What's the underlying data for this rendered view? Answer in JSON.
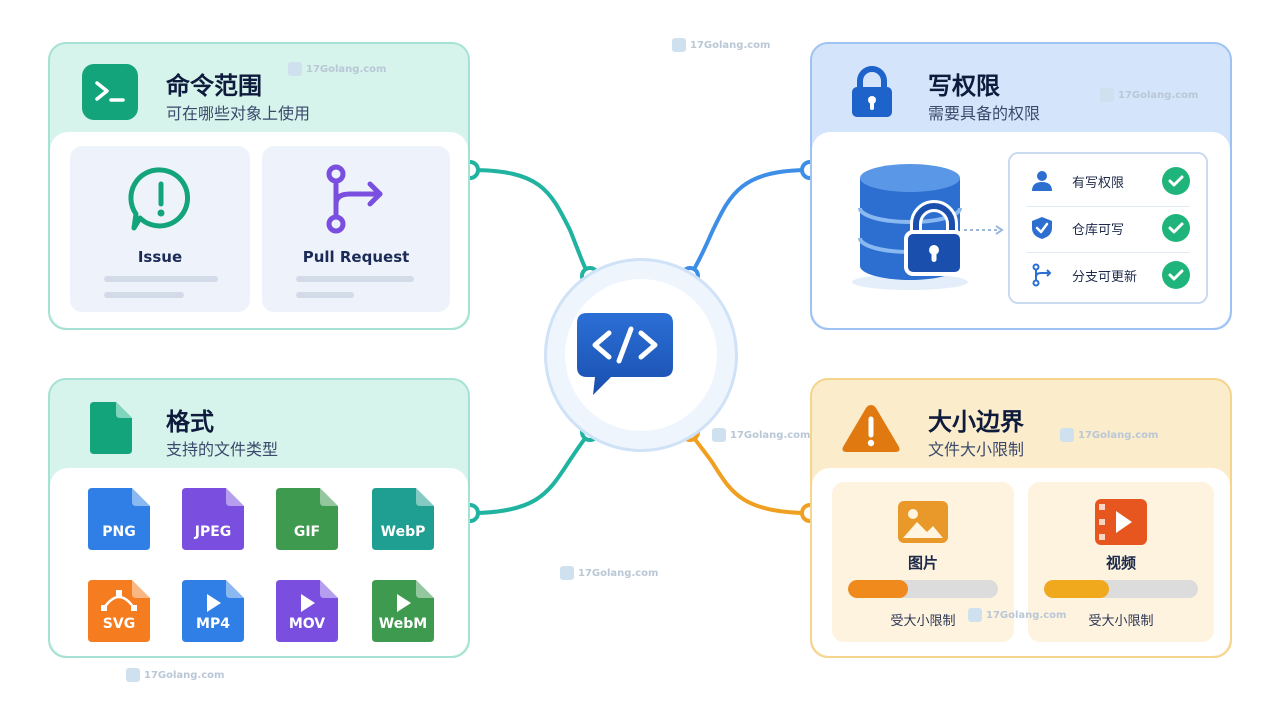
{
  "hub": {
    "icon": "code-bubble-icon"
  },
  "scope": {
    "title": "命令范围",
    "subtitle": "可在哪些对象上使用",
    "icon": "terminal-icon",
    "items": [
      {
        "label": "Issue",
        "icon": "issue-icon"
      },
      {
        "label": "Pull Request",
        "icon": "pull-request-icon"
      }
    ]
  },
  "permission": {
    "title": "写权限",
    "subtitle": "需要具备的权限",
    "icon": "lock-icon",
    "items": [
      {
        "label": "有写权限",
        "icon": "user-icon"
      },
      {
        "label": "仓库可写",
        "icon": "shield-icon"
      },
      {
        "label": "分支可更新",
        "icon": "branch-icon"
      }
    ]
  },
  "format": {
    "title": "格式",
    "subtitle": "支持的文件类型",
    "icon": "file-icon",
    "files": [
      {
        "label": "PNG",
        "color": "#2f7fe6"
      },
      {
        "label": "JPEG",
        "color": "#7a4fe0"
      },
      {
        "label": "GIF",
        "color": "#3e9a4f"
      },
      {
        "label": "WebP",
        "color": "#1f9e92"
      },
      {
        "label": "SVG",
        "color": "#f57c1f"
      },
      {
        "label": "MP4",
        "color": "#2f7fe6"
      },
      {
        "label": "MOV",
        "color": "#7a4fe0"
      },
      {
        "label": "WebM",
        "color": "#3e9a4f"
      }
    ]
  },
  "size": {
    "title": "大小边界",
    "subtitle": "文件大小限制",
    "icon": "warning-icon",
    "items": [
      {
        "label": "图片",
        "note": "受大小限制",
        "fill": 0.4,
        "icon": "image-icon"
      },
      {
        "label": "视频",
        "note": "受大小限制",
        "fill": 0.42,
        "icon": "video-icon"
      }
    ]
  },
  "watermark": "17Golang.com",
  "colors": {
    "teal": "#1fb3a0",
    "blue": "#3d8ee6",
    "orange": "#f0a020"
  }
}
